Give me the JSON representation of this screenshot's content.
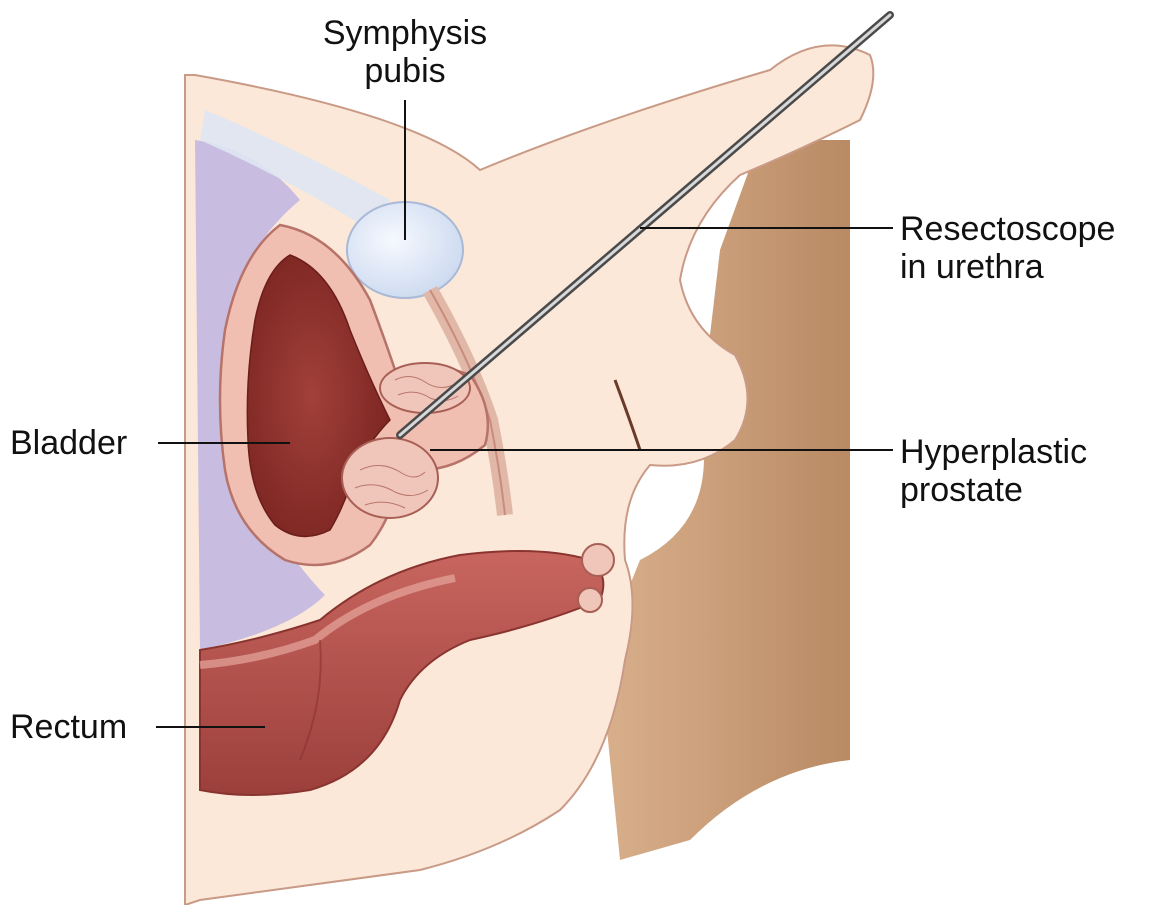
{
  "labels": {
    "symphysis": [
      "Symphysis",
      "pubis"
    ],
    "resectoscope": [
      "Resectoscope",
      "in urethra"
    ],
    "bladder": "Bladder",
    "prostate": [
      "Hyperplastic",
      "prostate"
    ],
    "rectum": "Rectum"
  },
  "colors": {
    "background": "#ffffff",
    "skin": "#fbe8d8",
    "skin_outline": "#b9857a",
    "leg_shadow": "#c49a78",
    "pelvic_cavity": "#c8bde0",
    "bladder_wall": "#f1bfb1",
    "bladder_lumen": "#8f2f2a",
    "bone": "#dde7f5",
    "rectum": "#b95450",
    "instrument": "#555555",
    "leader_line": "#111111"
  }
}
